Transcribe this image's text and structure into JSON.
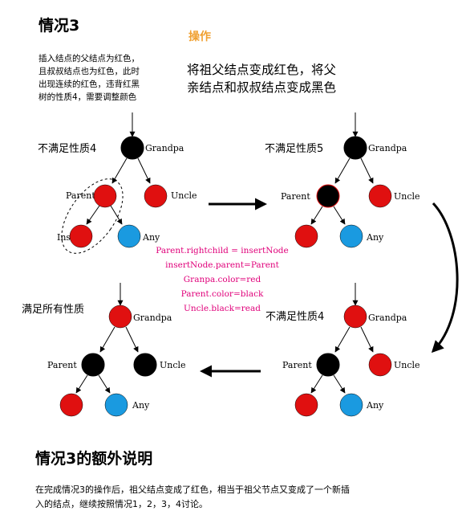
{
  "title": "情况3",
  "description_lines": [
    "插入结点的父结点为红色，",
    "且叔叔结点也为红色，此时",
    "出现连续的红色，违背红黑",
    "树的性质4，需要调整颜色"
  ],
  "operation": {
    "title": "操作",
    "lines": [
      "将祖父结点变成红色，将父",
      "亲结点和叔叔结点变成黑色"
    ]
  },
  "code_lines": [
    "Parent.rightchild = insertNode",
    "insertNode.parent=Parent",
    "Granpa.color=red",
    "Parent.color=black",
    "Uncle.black=read"
  ],
  "trees": {
    "top_left": {
      "status": "不满足性质4",
      "grandpa": "Grandpa",
      "parent": "Parent",
      "uncle": "Uncle",
      "insert": "Ins",
      "any": "Any"
    },
    "top_right": {
      "status": "不满足性质5",
      "grandpa": "Grandpa",
      "parent": "Parent",
      "uncle": "Uncle",
      "any": "Any"
    },
    "bottom_right": {
      "status": "不满足性质4",
      "grandpa": "Grandpa",
      "parent": "Parent",
      "uncle": "Uncle",
      "any": "Any"
    },
    "bottom_left": {
      "status": "满足所有性质",
      "grandpa": "Grandpa",
      "parent": "Parent",
      "uncle": "Uncle",
      "any": "Any"
    }
  },
  "colors": {
    "red": "#e01010",
    "black": "#000000",
    "blue": "#1a9ae0",
    "accent": "#f0a030",
    "code": "#e0007a"
  },
  "extra": {
    "title": "情况3的额外说明",
    "lines": [
      "在完成情况3的操作后，祖父结点变成了红色，相当于祖父节点又变成了一个新插",
      "入的结点，继续按照情况1，2，3，4讨论。"
    ]
  }
}
